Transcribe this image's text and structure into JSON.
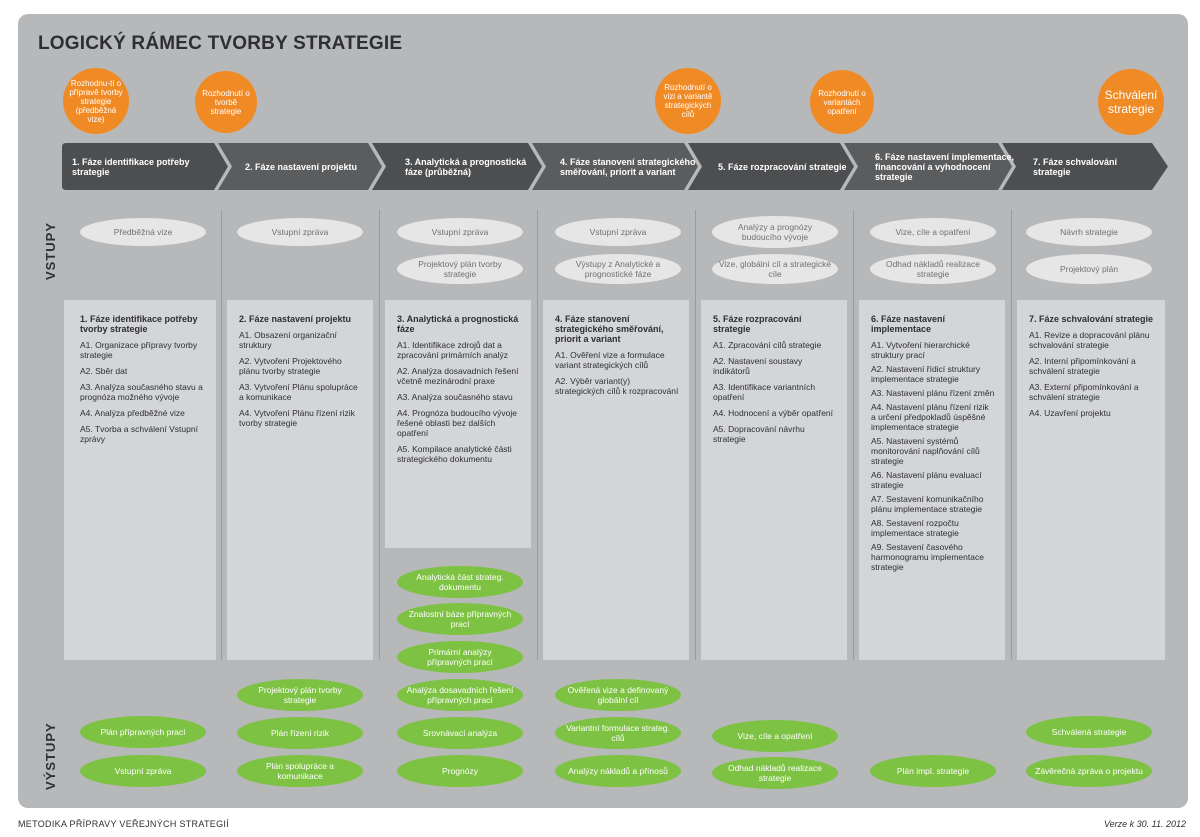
{
  "title": "LOGICKÝ RÁMEC TVORBY STRATEGIE",
  "decisions": [
    "Rozhodnu-tí o přípravě tvorby strategie (předběžná vize)",
    "Rozhodnutí o tvorbě strategie",
    "Rozhodnutí o vizi a variantě strategických cílů",
    "Rozhodnutí o variantách opatření",
    "Schválení strategie"
  ],
  "phases": [
    "1. Fáze identifikace potřeby strategie",
    "2. Fáze nastavení projektu",
    "3. Analytická a prognostická fáze (průběžná)",
    "4. Fáze stanovení strategického směřování, priorit a variant",
    "5. Fáze rozpracování strategie",
    "6. Fáze nastavení implementace, financování a vyhodnocení strategie",
    "7. Fáze schvalování strategie"
  ],
  "vstupy_label": "VSTUPY",
  "vystupy_label": "VÝSTUPY",
  "inputs": [
    [
      "Předběžná vize"
    ],
    [
      "Vstupní zpráva"
    ],
    [
      "Vstupní zpráva",
      "Projektový plán tvorby strategie"
    ],
    [
      "Vstupní zpráva",
      "Výstupy z Analytické a prognostické fáze"
    ],
    [
      "Analýzy a prognózy budoucího vývoje",
      "Vize, globální cíl a strategické cíle"
    ],
    [
      "Vize, cíle a opatření",
      "Odhad nákladů realizace strategie"
    ],
    [
      "Návrh strategie",
      "Projektový plán"
    ]
  ],
  "columns": [
    {
      "head": "1. Fáze identifikace potřeby tvorby strategie",
      "items": [
        "A1. Organizace přípravy tvorby strategie",
        "A2. Sběr dat",
        "A3. Analýza současného stavu a prognóza možného vývoje",
        "A4. Analýza předběžné vize",
        "A5. Tvorba a schválení Vstupní zprávy"
      ]
    },
    {
      "head": "2. Fáze nastavení projektu",
      "items": [
        "A1. Obsazení organizační struktury",
        "A2. Vytvoření Projektového plánu tvorby strategie",
        "A3. Vytvoření Plánu spolupráce a komunikace",
        "A4. Vytvoření Plánu řízení rizik tvorby strategie"
      ]
    },
    {
      "head": "3. Analytická a prognostická fáze",
      "items": [
        "A1. Identifikace zdrojů dat a zpracování primárních analýz",
        "A2. Analýza dosavadních řešení včetně mezinárodní praxe",
        "A3. Analýza současného stavu",
        "A4. Prognóza budoucího vývoje řešené oblasti bez dalších opatření",
        "A5. Kompilace analytické části strategického dokumentu"
      ]
    },
    {
      "head": "4. Fáze stanovení strategického směřování, priorit a variant",
      "items": [
        "A1. Ověření vize a formulace variant strategických cílů",
        "A2. Výběr variant(y) strategických cílů k rozpracování"
      ]
    },
    {
      "head": "5. Fáze rozpracování strategie",
      "items": [
        "A1. Zpracování cílů strategie",
        "A2. Nastavení soustavy indikátorů",
        "A3. Identifikace variantních opatření",
        "A4. Hodnocení a výběr opatření",
        "A5. Dopracování návrhu strategie"
      ]
    },
    {
      "head": "6. Fáze nastavení implementace",
      "items": [
        "A1. Vytvoření hierarchické struktury prací",
        "A2. Nastavení řídicí struktury implementace strategie",
        "A3. Nastavení plánu řízení změn",
        "A4. Nastavení plánu řízení rizik a určení předpokladů úspěšné implementace strategie",
        "A5. Nastavení systémů monitorování naplňování cílů strategie",
        "A6. Nastavení plánu evaluací strategie",
        "A7. Sestavení komunikačního plánu implementace strategie",
        "A8. Sestavení rozpočtu implementace strategie",
        "A9. Sestavení časového harmonogramu implementace strategie"
      ]
    },
    {
      "head": "7. Fáze schvalování strategie",
      "items": [
        "A1. Revize a dopracování plánu schvalování strategie",
        "A2. Interní připomínkování a schválení strategie",
        "A3. Externí připomínkování a schválení strategie",
        "A4. Uzavření projektu"
      ]
    }
  ],
  "col3_extra_outputs": [
    "Analytická část strateg. dokumentu",
    "Znalostní báze přípravných prací",
    "Primární analýzy přípravných prací"
  ],
  "outputs": [
    [
      "Plán přípravných prací",
      "Vstupní zpráva"
    ],
    [
      "Projektový plán tvorby strategie",
      "Plán řízení rizik",
      "Plán spolupráce a komunikace"
    ],
    [
      "Analýza dosavadních řešení přípravných prací",
      "Srovnávací analýza",
      "Prognózy"
    ],
    [
      "Ověřená vize a definovaný globální cíl",
      "Variantní formulace strateg. cílů",
      "Analýzy nákladů a přínosů"
    ],
    [
      "Vize, cíle a opatření",
      "Odhad nákladů realizace strategie"
    ],
    [
      "Plán impl. strategie"
    ],
    [
      "Schválená strategie",
      "Závěrečná zpráva o projektu"
    ]
  ],
  "footer": {
    "left": "METODIKA PŘÍPRAVY VEŘEJNÝCH STRATEGIÍ",
    "right": "Verze k 30. 11. 2012"
  },
  "colors": {
    "orange": "#f08a25",
    "green": "#7dc243",
    "dark": "#4a4b4d",
    "panel": "#b7b8ba"
  }
}
